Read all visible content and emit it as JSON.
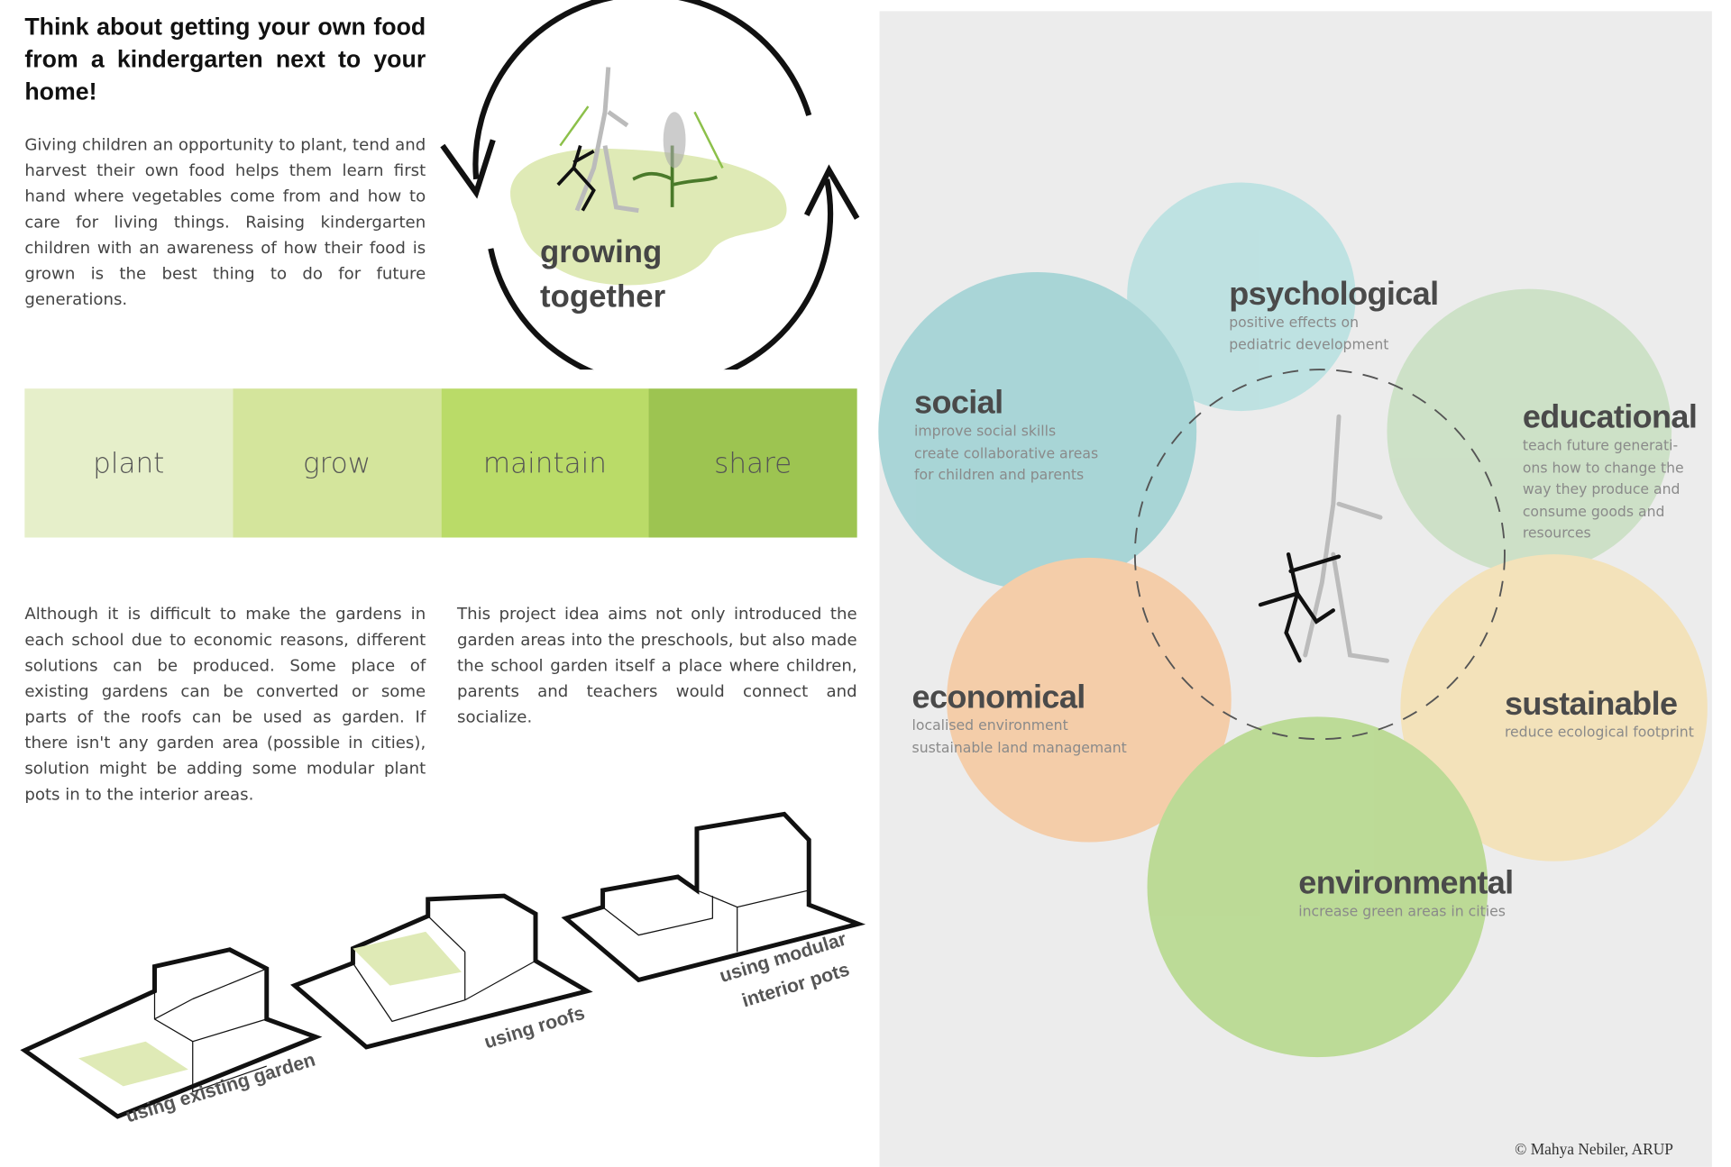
{
  "intro": {
    "heading": "Think about getting your own food from a kindergarten next to your home!",
    "paragraph": "Giving children an opportunity to plant, tend and harvest their own food helps them learn first hand where vegetables come from and how to care for living things. Raising kindergarten children with an awareness of how their food is grown is the best thing to do for future generations."
  },
  "cycle": {
    "line1": "growing",
    "line2": "together"
  },
  "steps": [
    {
      "label": "plant",
      "color": "#e6efca"
    },
    {
      "label": "grow",
      "color": "#d4e59c"
    },
    {
      "label": "maintain",
      "color": "#badb68"
    },
    {
      "label": "share",
      "color": "#9dc451"
    }
  ],
  "body": {
    "col1": "Although it is difficult to make the gardens in each school due to economic reasons, different solutions can be produced. Some place of existing gardens can be converted or some parts of the roofs can be used as garden. If there isn't any garden area (possible in cities), solution might be adding some modular plant pots in to the interior areas.",
    "col2": "This project idea aims not only introduced the garden areas into the preschools, but also made the school garden itself a place where children, parents and teachers would connect and socialize."
  },
  "options": [
    "using existing garden",
    "using roofs",
    "using modular",
    "interior pots"
  ],
  "benefits": {
    "psychological": {
      "title": "psychological",
      "desc1": "positive effects on",
      "desc2": "pediatric development",
      "color": "#b6e0e0"
    },
    "social": {
      "title": "social",
      "desc1": "improve social skills",
      "desc2": "create collaborative areas",
      "desc3": "for children and parents",
      "color": "#9dd1d3"
    },
    "educational": {
      "title": "educational",
      "desc1": "teach future generati-",
      "desc2": "ons how to change the",
      "desc3": "way they produce and",
      "desc4": "consume goods and",
      "desc5": "resources",
      "color": "#c8dfc1"
    },
    "economical": {
      "title": "economical",
      "desc1": "localised environment",
      "desc2": "sustainable land managemant",
      "color": "#f6c89e"
    },
    "sustainable": {
      "title": "sustainable",
      "desc1": "reduce ecological footprint",
      "color": "#f5e1b2"
    },
    "environmental": {
      "title": "environmental",
      "desc1": "increase green areas in cities",
      "color": "#b4d888"
    }
  },
  "credit": "© Mahya Nebiler, ARUP"
}
